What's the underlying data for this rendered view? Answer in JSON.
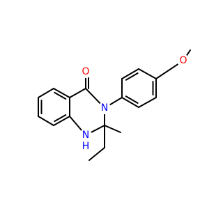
{
  "colors": {
    "bond": "#000000",
    "oxygen": "#ff0000",
    "nitrogen": "#0000ff",
    "background": "#ffffff"
  },
  "labels": {
    "carbonyl_oxygen": "O",
    "ring_nitrogen_n3": "N",
    "ring_nitrogen_n1": "N",
    "n1_hydrogen": "H",
    "methoxy_oxygen": "O"
  }
}
